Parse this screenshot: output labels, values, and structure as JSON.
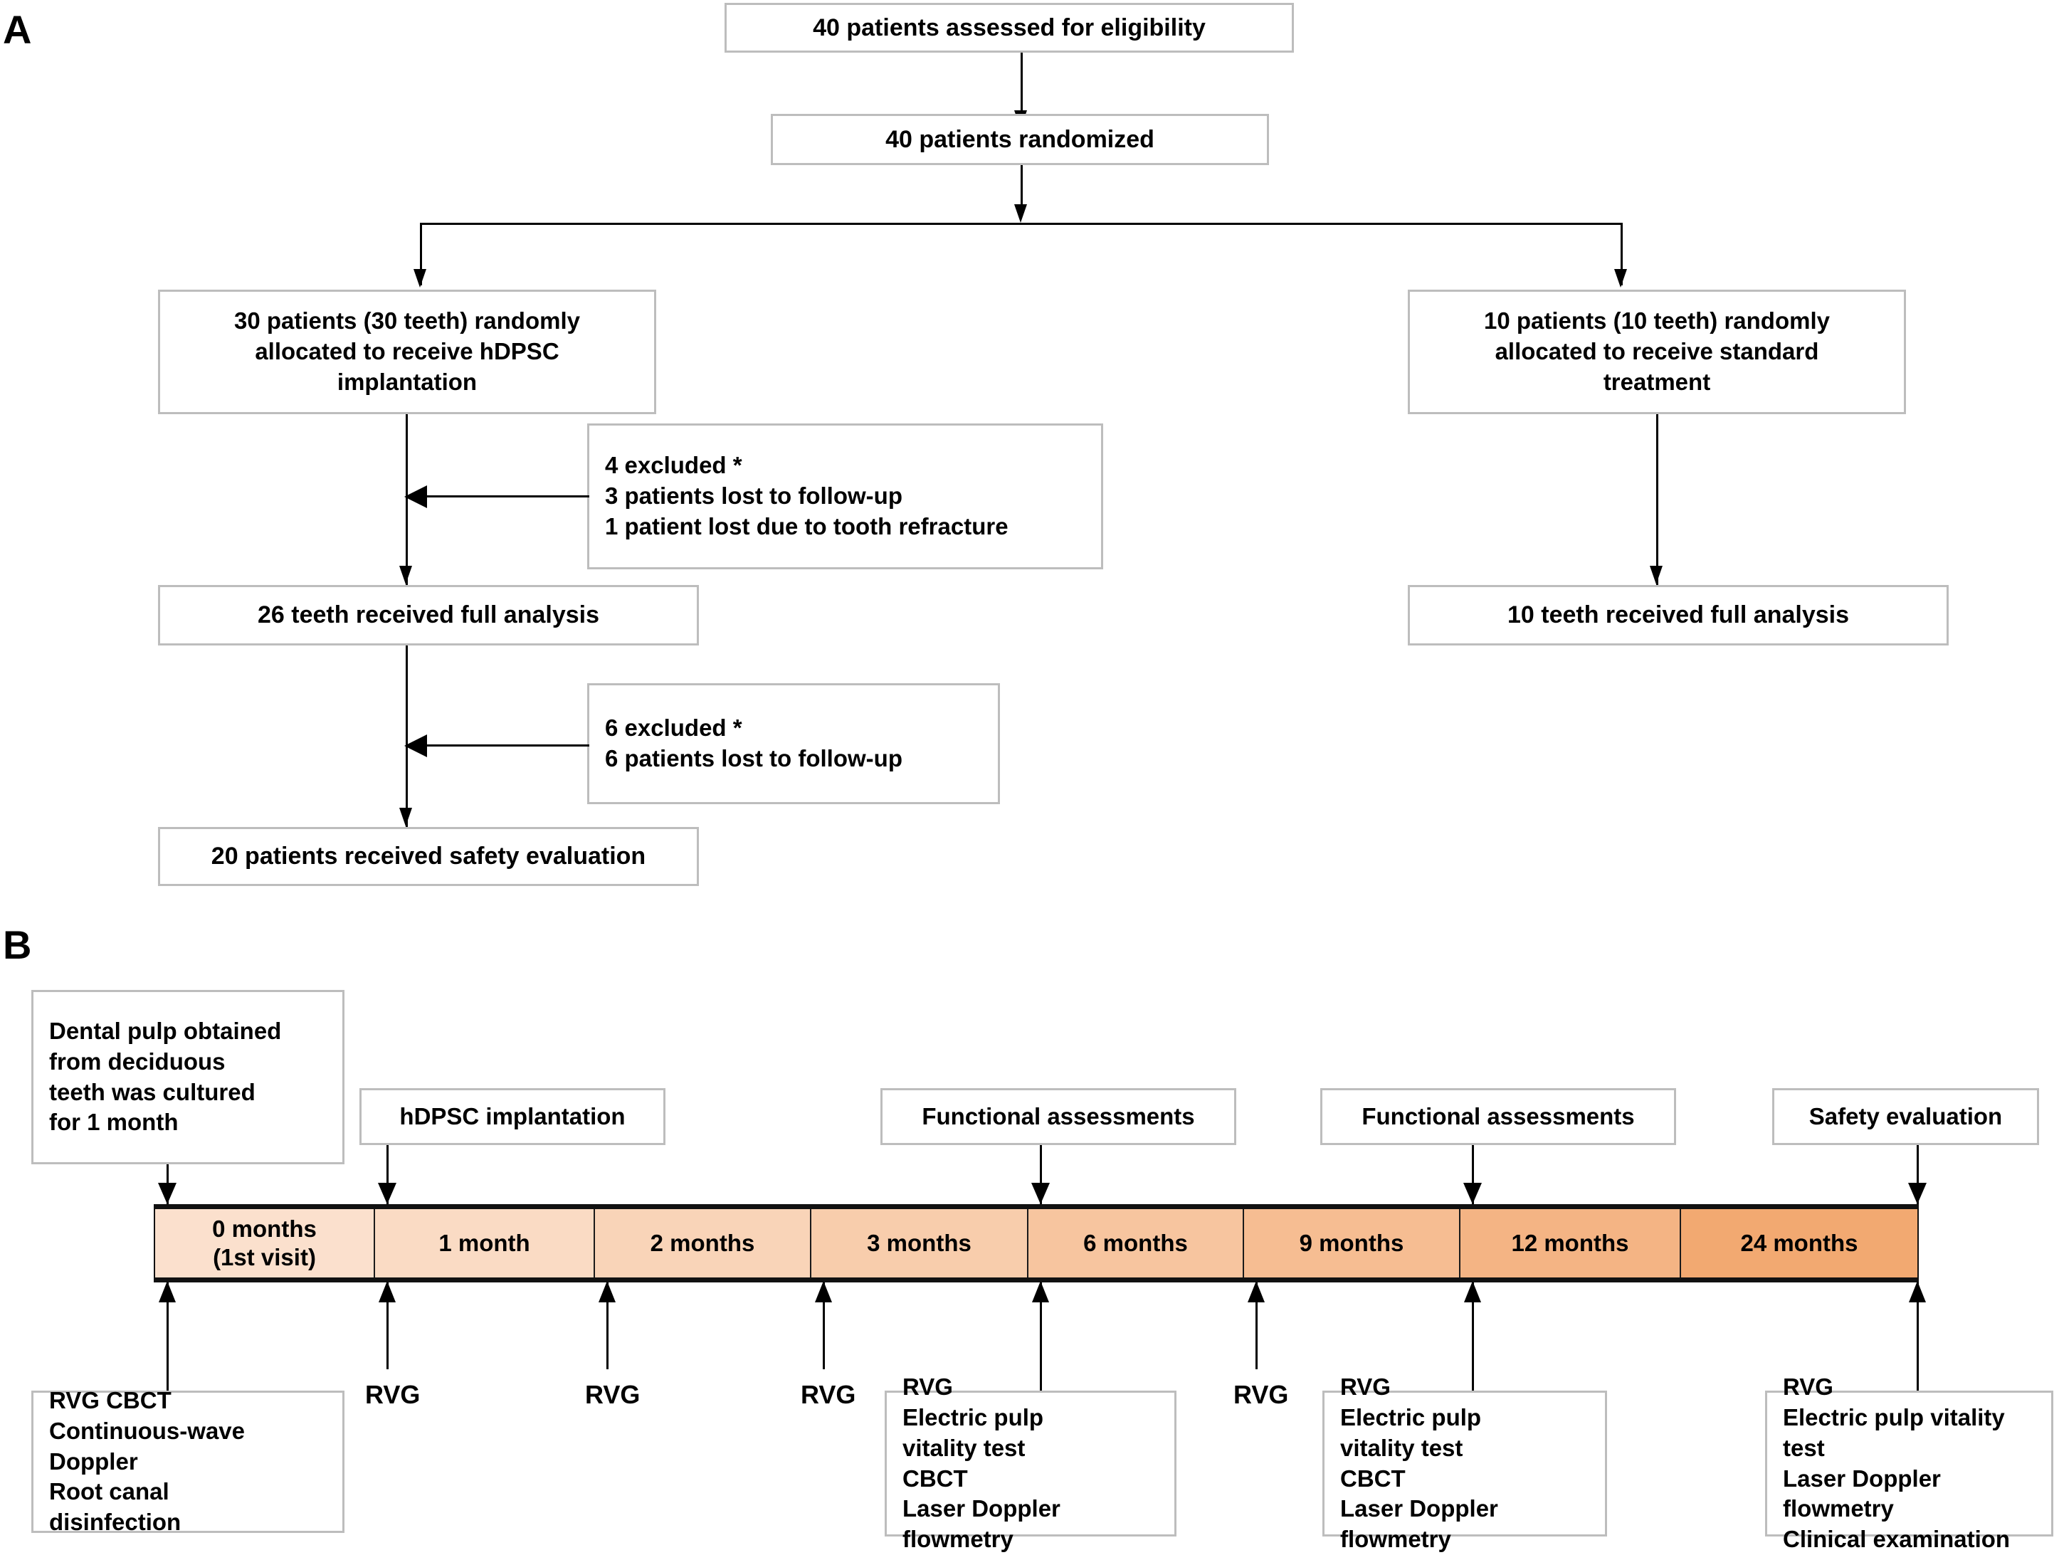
{
  "figure": {
    "panel_a_letter": "A",
    "panel_b_letter": "B"
  },
  "panel_a": {
    "boxes": {
      "assessed": "40 patients assessed for eligibility",
      "randomized": "40 patients randomized",
      "allocated_hdpsc": "30 patients (30 teeth) randomly\nallocated to receive hDPSC\nimplantation",
      "allocated_standard": "10 patients (10 teeth) randomly\nallocated to receive standard\ntreatment",
      "excluded_first": "4 excluded *\n3 patients lost to follow-up\n1 patient lost due to tooth refracture",
      "full_analysis_hdpsc": "26 teeth received full analysis",
      "full_analysis_standard": "10 teeth received full analysis",
      "excluded_second": "6 excluded *\n6 patients  lost to follow-up",
      "safety_evaluation": "20 patients received  safety evaluation"
    }
  },
  "panel_b": {
    "top_boxes": [
      {
        "label": "Dental pulp obtained\nfrom deciduous\nteeth was cultured\nfor 1 month"
      },
      {
        "label": "hDPSC implantation"
      },
      {
        "label": "Functional assessments"
      },
      {
        "label": "Functional assessments"
      },
      {
        "label": "Safety evaluation"
      }
    ],
    "timeline": {
      "segments": [
        {
          "label": "0 months\n(1st visit)",
          "color": "#fbe0cd"
        },
        {
          "label": "1 month",
          "color": "#fadbc4"
        },
        {
          "label": "2 months",
          "color": "#f9d4b8"
        },
        {
          "label": "3 months",
          "color": "#f8cdac"
        },
        {
          "label": "6 months",
          "color": "#f7c59f"
        },
        {
          "label": "9 months",
          "color": "#f6bd92"
        },
        {
          "label": "12 months",
          "color": "#f4b484"
        },
        {
          "label": "24 months",
          "color": "#f2a971"
        }
      ]
    },
    "rvg_labels": [
      "RVG",
      "RVG",
      "RVG",
      "RVG"
    ],
    "bottom_boxes": [
      {
        "label": "RVG  CBCT\nContinuous-wave\nDoppler\nRoot canal\ndisinfection"
      },
      {
        "label": "RVG\nElectric pulp\nvitality test\nCBCT\nLaser Doppler\nflowmetry"
      },
      {
        "label": "RVG\nElectric pulp\nvitality test\nCBCT\nLaser Doppler\nflowmetry"
      },
      {
        "label": "RVG\nElectric pulp vitality\ntest\nLaser Doppler\nflowmetry\nClinical examination"
      }
    ]
  }
}
